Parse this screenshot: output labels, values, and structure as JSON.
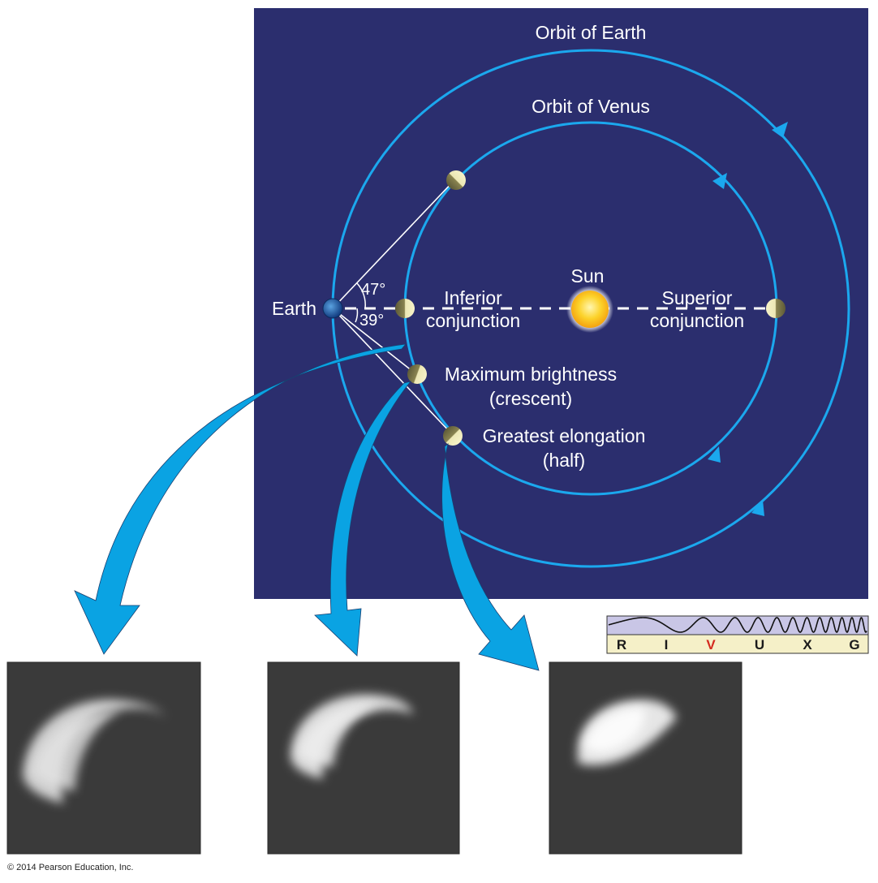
{
  "labels": {
    "orbit_earth": "Orbit of Earth",
    "orbit_venus": "Orbit of Venus",
    "sun": "Sun",
    "earth": "Earth",
    "angle_47": "47°",
    "angle_39": "39°",
    "inferior_1": "Inferior",
    "inferior_2": "conjunction",
    "superior_1": "Superior",
    "superior_2": "conjunction",
    "maxbright_1": "Maximum brightness",
    "maxbright_2": "(crescent)",
    "greatest_1": "Greatest elongation",
    "greatest_2": "(half)"
  },
  "spectrum": {
    "bands": [
      "R",
      "I",
      "V",
      "U",
      "X",
      "G"
    ],
    "highlight": "V"
  },
  "copyright": "© 2014 Pearson Education, Inc.",
  "colors": {
    "background_panel": "#2b2e6e",
    "orbit": "#1ba8ee",
    "arrow": "#0aa3e3",
    "sun": "#fbc71a",
    "venus": "#ece7b4",
    "earth": "#1e5aa8",
    "spectrum_bg": "#c9c6e6",
    "spectrum_highlight": "#d42a1e"
  }
}
